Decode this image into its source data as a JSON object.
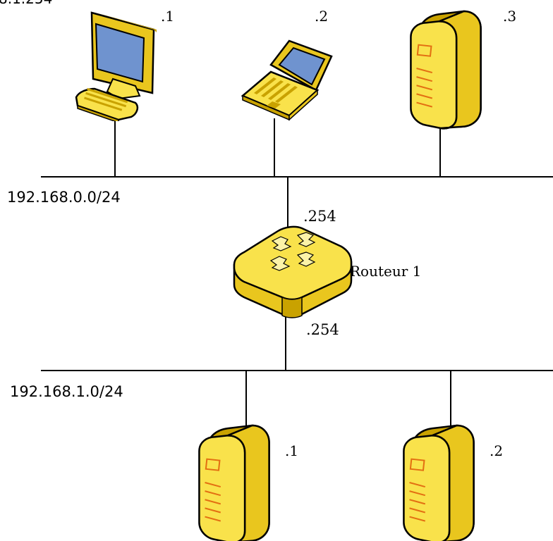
{
  "colors": {
    "device_light": "#F9E24B",
    "device_mid": "#E9C61E",
    "device_dark": "#C9A200",
    "outline": "#000000",
    "screen": "#6F93CF",
    "server_marks": "#E36F12",
    "line": "#000000"
  },
  "top_edge_label": "8.1.254",
  "networks": [
    {
      "label": "192.168.0.0/24"
    },
    {
      "label": "192.168.1.0/24"
    }
  ],
  "hosts_top": [
    {
      "label": ".1",
      "icon": "desktop-computer-icon"
    },
    {
      "label": ".2",
      "icon": "laptop-icon"
    },
    {
      "label": ".3",
      "icon": "server-tower-icon"
    }
  ],
  "router": {
    "label": "Routeur 1",
    "iface_top": ".254",
    "iface_bottom": ".254",
    "icon": "router-icon"
  },
  "hosts_bottom": [
    {
      "label": ".1",
      "icon": "server-tower-icon"
    },
    {
      "label": ".2",
      "icon": "server-tower-icon"
    }
  ]
}
